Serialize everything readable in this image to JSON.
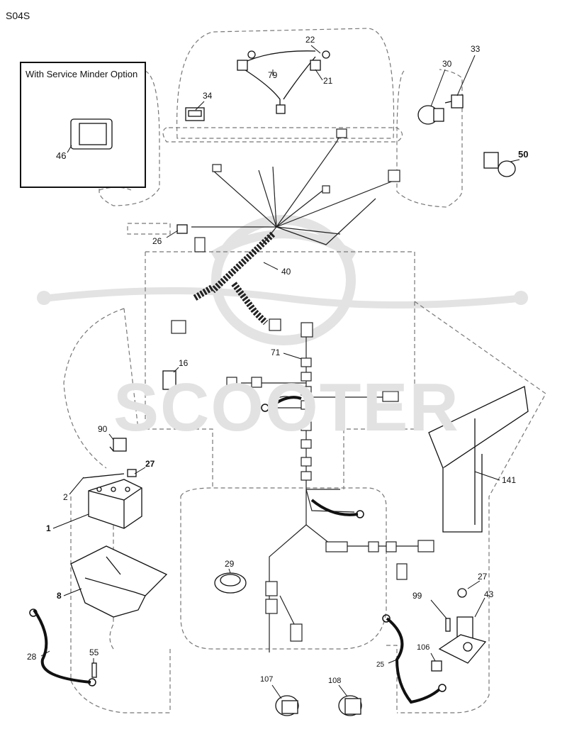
{
  "page_code": "S04S",
  "service_minder_box": {
    "title": "With Service Minder Option"
  },
  "watermark": {
    "text": "SCOOTER"
  },
  "labels": {
    "p22": "22",
    "p79": "79",
    "p21": "21",
    "p33": "33",
    "p30": "30",
    "p34": "34",
    "p50": "50",
    "p46": "46",
    "p26": "26",
    "p40": "40",
    "p71": "71",
    "p16": "16",
    "p90": "90",
    "p27a": "27",
    "p2": "2",
    "p1": "1",
    "p141": "141",
    "p29": "29",
    "p8": "8",
    "p27b": "27",
    "p43": "43",
    "p99": "99",
    "p28": "28",
    "p55": "55",
    "p106": "106",
    "p25": "25",
    "p107": "107",
    "p108": "108"
  }
}
